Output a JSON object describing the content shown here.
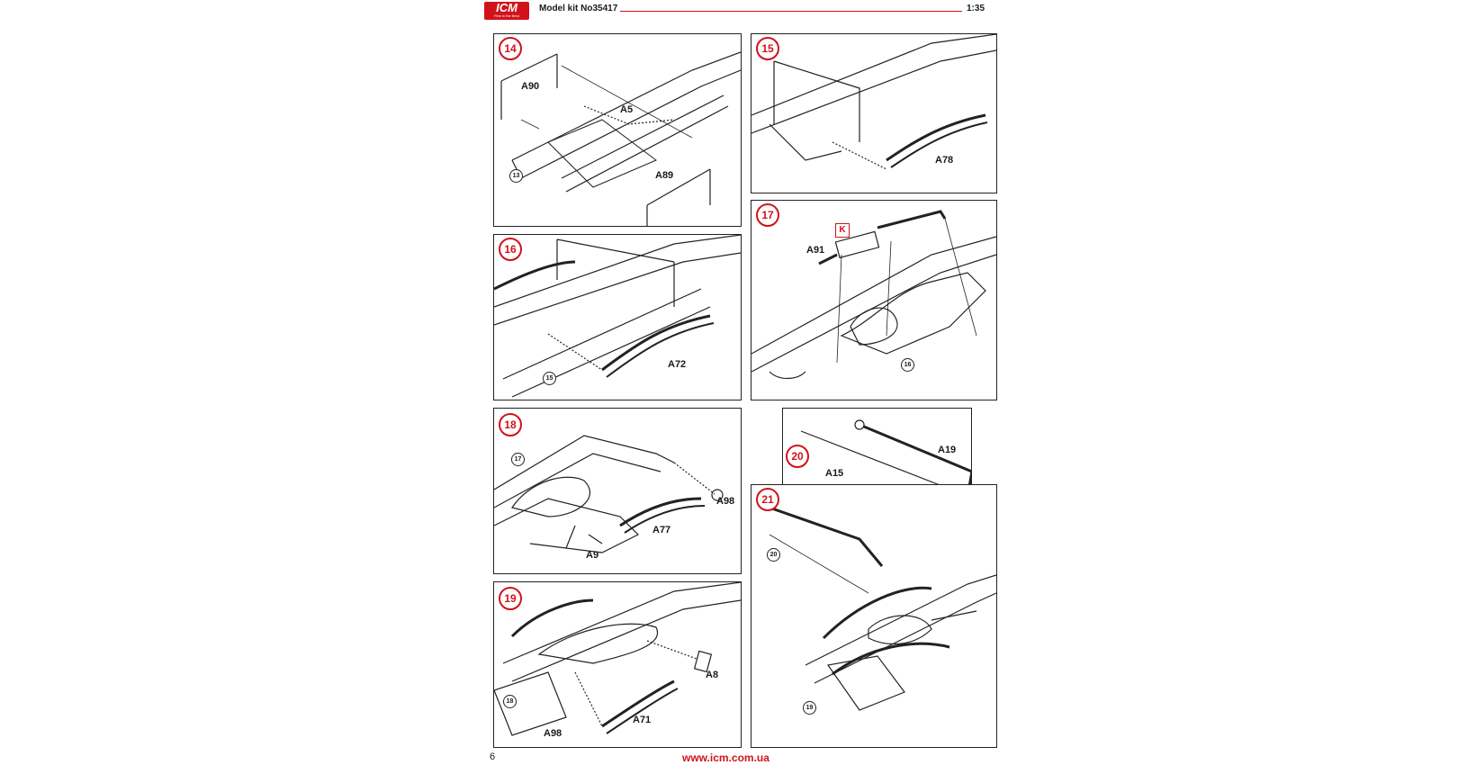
{
  "header": {
    "brand": "ICM",
    "tagline": "Fine in the Best",
    "kit_label": "Model kit No35417",
    "scale": "1:35"
  },
  "footer": {
    "page_number": "6",
    "url": "www.icm.com.ua"
  },
  "steps": {
    "s14": {
      "number": "14",
      "parts": [
        "A90",
        "A5",
        "A89"
      ],
      "ref": "13"
    },
    "s15": {
      "number": "15",
      "parts": [
        "A78"
      ]
    },
    "s16": {
      "number": "16",
      "parts": [
        "A72"
      ],
      "ref": "15"
    },
    "s17": {
      "number": "17",
      "parts": [
        "A91"
      ],
      "box": "K",
      "ref": "16"
    },
    "s18": {
      "number": "18",
      "parts": [
        "A98",
        "A77",
        "A9"
      ],
      "ref": "17"
    },
    "s19": {
      "number": "19",
      "parts": [
        "A8",
        "A71",
        "A98"
      ],
      "ref": "18"
    },
    "s20": {
      "number": "20",
      "parts": [
        "A19",
        "A15"
      ]
    },
    "s21": {
      "number": "21",
      "ref_top": "20",
      "ref_bottom": "19"
    }
  },
  "colors": {
    "accent": "#d0131b",
    "line": "#222222"
  }
}
